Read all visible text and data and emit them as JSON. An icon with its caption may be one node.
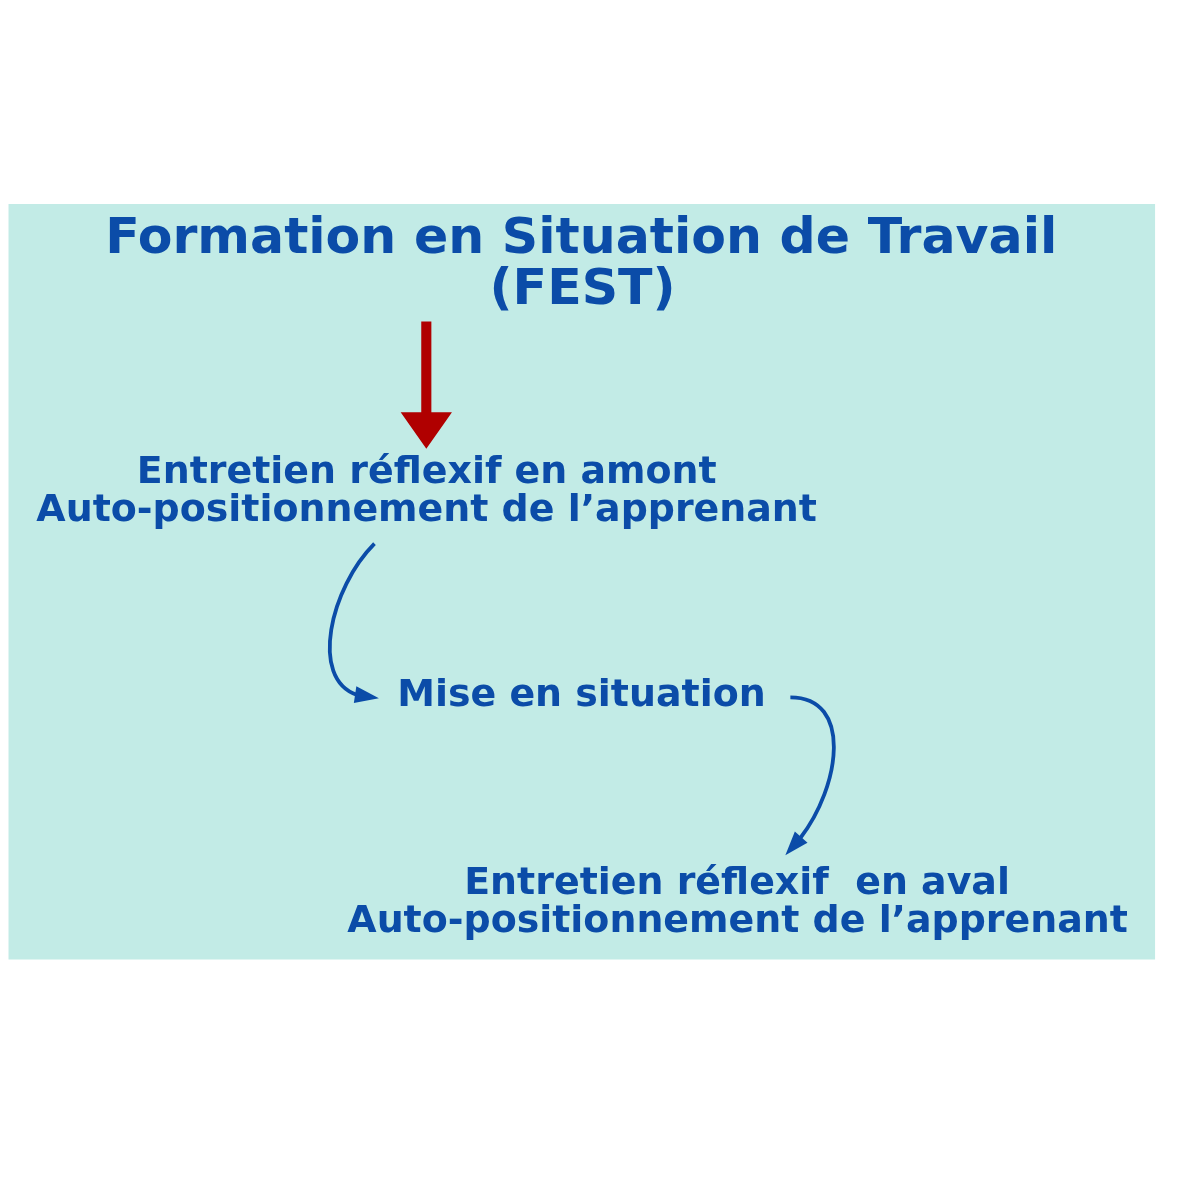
{
  "diagram": {
    "title": "Formation en Situation de Travail (FEST)",
    "nodes": [
      {
        "text": [
          "Entretien réflexif en amont",
          "Auto-positionnement de l’apprenant"
        ]
      },
      {
        "text": [
          "Mise en situation"
        ]
      },
      {
        "text": [
          "Entretien réflexif  en aval",
          "Auto-positionnement de l’apprenant"
        ]
      }
    ],
    "edges": [
      {
        "from": null,
        "to": 0,
        "arrow": "to",
        "style": "thick",
        "color": "#b00000"
      },
      {
        "from": 0,
        "to": 1,
        "arrow": "to"
      },
      {
        "from": 1,
        "to": 2,
        "arrow": "to"
      }
    ]
  }
}
